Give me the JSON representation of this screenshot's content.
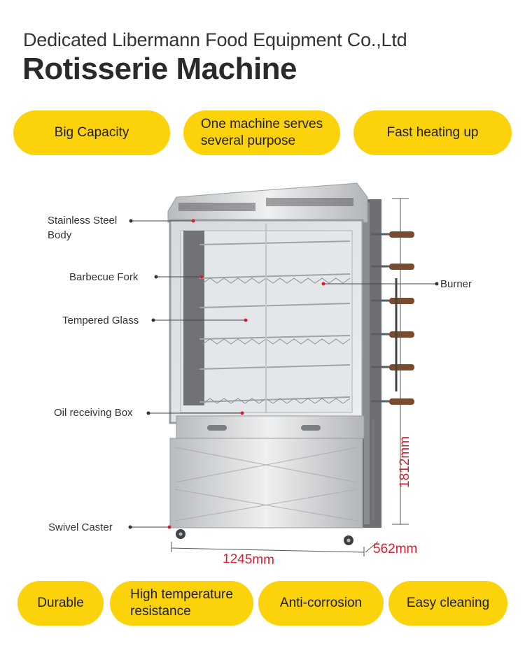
{
  "header": {
    "company": "Dedicated Libermann Food Equipment Co.,Ltd",
    "title": "Rotisserie Machine"
  },
  "top_features": [
    {
      "label": "Big Capacity"
    },
    {
      "label_line1": "One machine serves",
      "label_line2": "several purpose"
    },
    {
      "label": "Fast heating up"
    }
  ],
  "callouts": {
    "body_line1": "Stainless Steel",
    "body_line2": "Body",
    "fork": "Barbecue Fork",
    "glass": "Tempered Glass",
    "oil_box": "Oil receiving Box",
    "caster": "Swivel Caster",
    "burner": "Burner"
  },
  "dimensions": {
    "width": "1245mm",
    "depth": "562mm",
    "height": "1812mm"
  },
  "bottom_features": [
    {
      "label": "Durable"
    },
    {
      "label_line1": "High temperature",
      "label_line2": "resistance"
    },
    {
      "label": "Anti-corrosion"
    },
    {
      "label": "Easy cleaning"
    }
  ],
  "colors": {
    "accent_yellow": "#fcd20a",
    "dimension_red": "#d81e2c",
    "steel": "#c9ccce"
  }
}
